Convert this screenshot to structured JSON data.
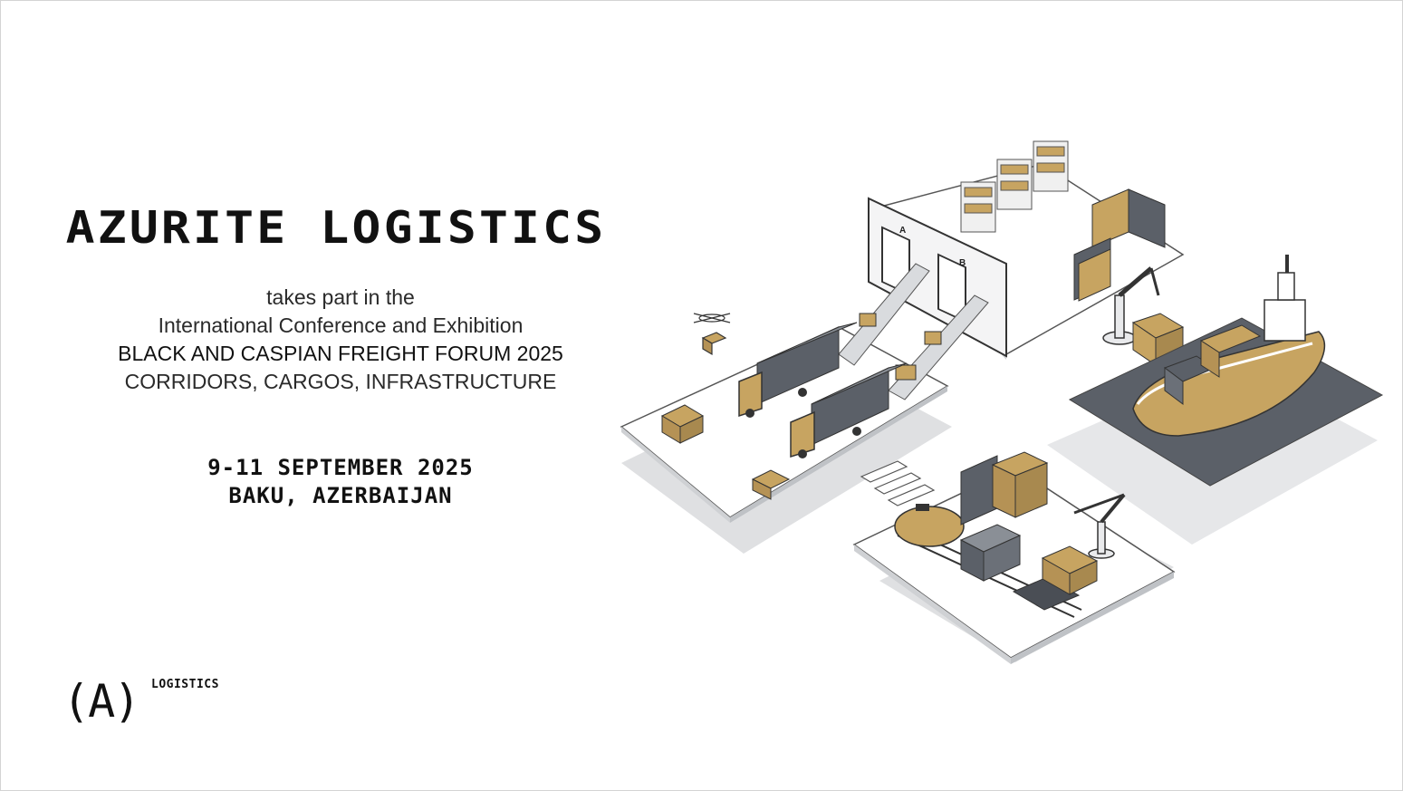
{
  "headline": {
    "title": "AZURITE LOGISTICS"
  },
  "intro": {
    "line1": "takes part in the",
    "line2": "International Conference and Exhibition",
    "forum": "BLACK AND CASPIAN FREIGHT FORUM 2025",
    "tagline": "CORRIDORS, CARGOS, INFRASTRUCTURE"
  },
  "event": {
    "dates": "9-11 SEPTEMBER 2025",
    "location": "BAKU, AZERBAIJAN"
  },
  "logo": {
    "mark": "(A)",
    "word": "LOGISTICS"
  },
  "illustration": {
    "gate_a": "A",
    "gate_b": "B"
  },
  "colors": {
    "gold": "#c7a461",
    "dark_gray": "#5b6068",
    "light_gray": "#d7d9dc",
    "shadow": "#e3e4e6",
    "text": "#111111"
  }
}
